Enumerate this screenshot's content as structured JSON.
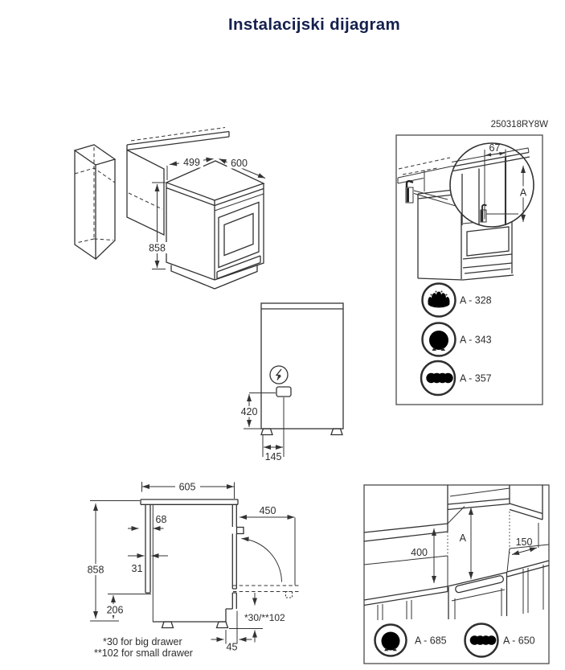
{
  "colors": {
    "title": "#14204e",
    "line": "#333333",
    "background": "#ffffff"
  },
  "title": "Instalacijski dijagram",
  "model_code": "250318RY8W",
  "iso_view": {
    "opening_width": "499",
    "cooker_width": "600",
    "cooker_height": "858"
  },
  "rear_view": {
    "socket_height": "420",
    "socket_offset": "145"
  },
  "detail_box": {
    "corner_gap": "67",
    "height_ref": "A",
    "legend": [
      {
        "icon": "gas-burner-icon",
        "label": "A - 328"
      },
      {
        "icon": "fan-icon",
        "label": "A - 343"
      },
      {
        "icon": "coil-icon",
        "label": "A - 357"
      }
    ]
  },
  "side_view": {
    "depth": "605",
    "rear_gap": "68",
    "panel_thickness": "31",
    "height": "858",
    "plinth_height": "206",
    "door_swing": "450",
    "drawer_clearance": "*30/**102",
    "step_depth": "45",
    "note_line1": "*30 for big drawer",
    "note_line2": "**102 for small drawer"
  },
  "clearance_box": {
    "left_clearance": "400",
    "height_ref": "A",
    "side_clearance": "150",
    "legend": [
      {
        "icon": "fan-icon",
        "label": "A - 685"
      },
      {
        "icon": "coil-icon",
        "label": "A - 650"
      }
    ]
  }
}
